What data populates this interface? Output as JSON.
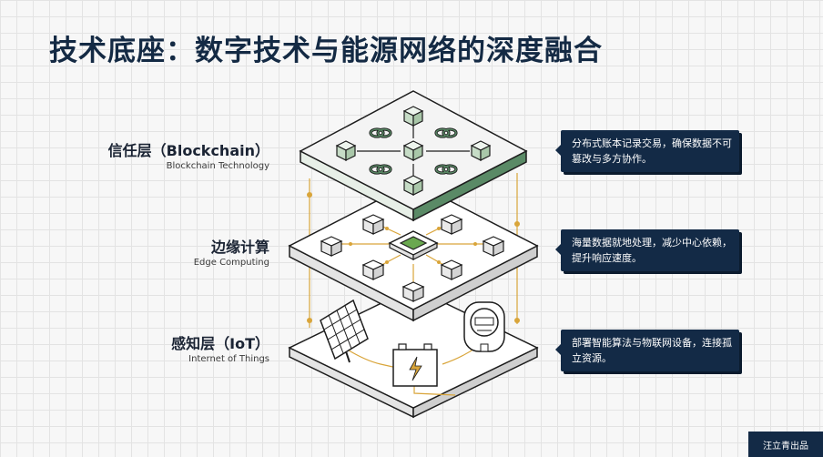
{
  "title": "技术底座：数字技术与能源网络的深度融合",
  "layers": [
    {
      "name": "信任层（Blockchain）",
      "subtitle": "Blockchain Technology",
      "callout": "分布式账本记录交易，确保数据不可篡改与多方协作。"
    },
    {
      "name": "边缘计算",
      "subtitle": "Edge Computing",
      "callout": "海量数据就地处理，减少中心依赖，提升响应速度。"
    },
    {
      "name": "感知层（IoT）",
      "subtitle": "Internet of Things",
      "callout": "部署智能算法与物联网设备，连接孤立资源。"
    }
  ],
  "badge": "汪立青出品",
  "colors": {
    "navy": "#132a46",
    "title": "#142a44",
    "connector": "#d9a53a",
    "blockchain_edge": "#5a8a66",
    "cube_fill": "#d6e6d6",
    "chip_fill": "#6aa84f"
  },
  "icons": {
    "blockchain": [
      "cube-icon",
      "chain-link-icon"
    ],
    "edge": [
      "processor-chip-icon",
      "server-node-icon"
    ],
    "iot": [
      "solar-panel-icon",
      "battery-icon",
      "smart-meter-icon"
    ]
  }
}
